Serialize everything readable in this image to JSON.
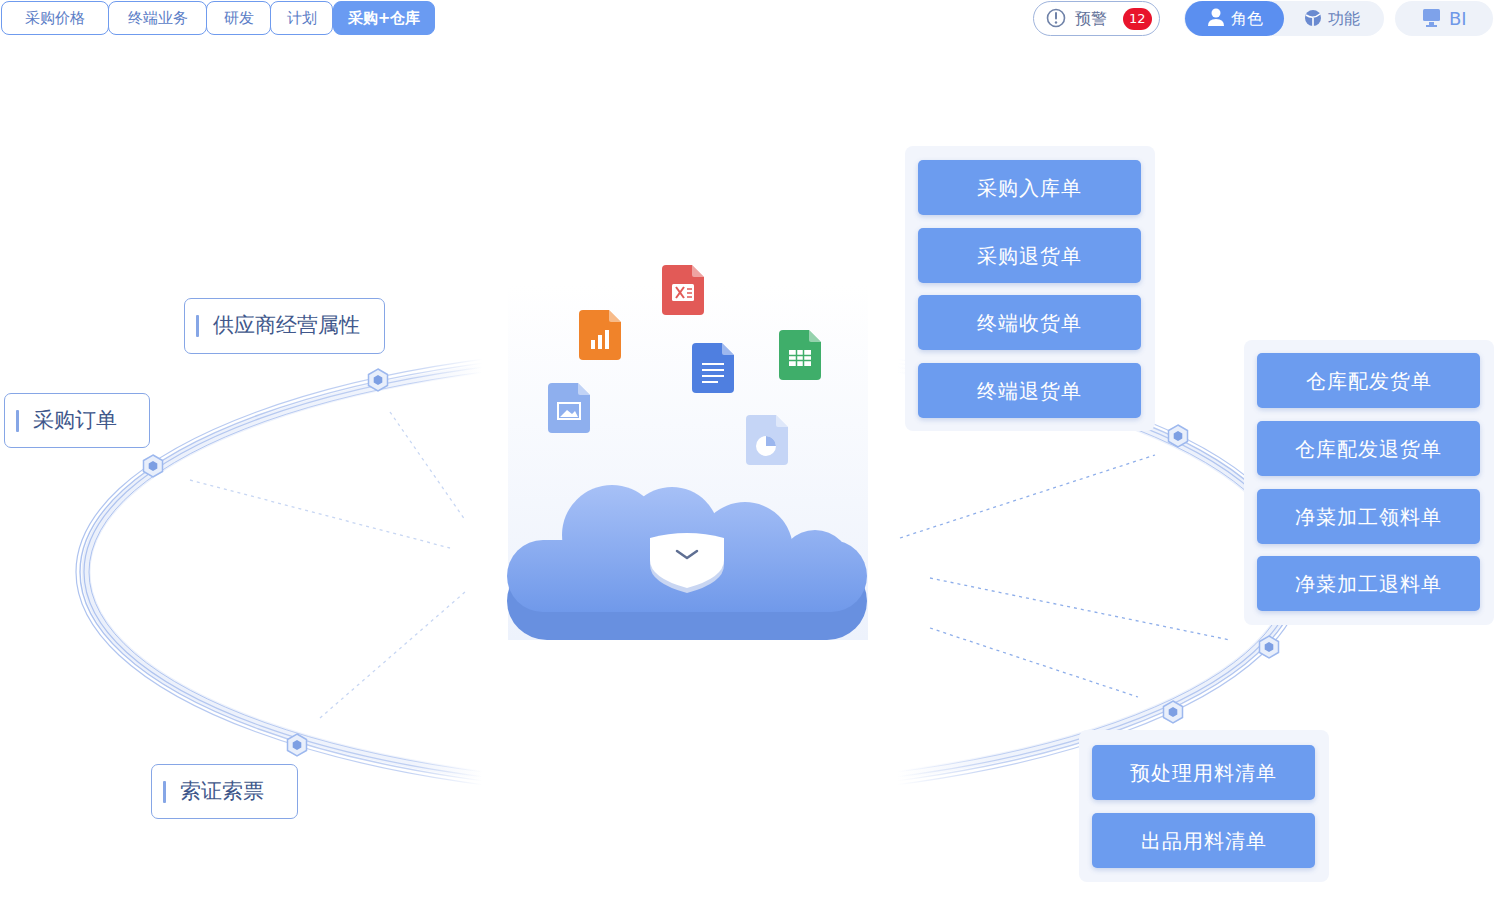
{
  "diagram": {
    "nodes": [
      {
        "text": [
          "采购价格"
        ]
      },
      {
        "text": [
          "终端业务"
        ]
      },
      {
        "text": [
          "研发"
        ]
      },
      {
        "text": [
          "计划"
        ]
      },
      {
        "text": [
          "采购+仓库"
        ]
      },
      {
        "text": [
          "预警"
        ]
      },
      {
        "text": [
          "12"
        ],
        "in": 5
      },
      {
        "text": [
          "角色"
        ]
      },
      {
        "text": [
          "功能"
        ]
      },
      {
        "text": [
          "BI"
        ]
      },
      {
        "text": [
          "供应商经营属性"
        ]
      },
      {
        "text": [
          "采购订单"
        ]
      },
      {
        "text": [
          "索证索票"
        ]
      },
      {
        "text": [
          "采购入库单"
        ]
      },
      {
        "text": [
          "采购退货单"
        ]
      },
      {
        "text": [
          "终端收货单"
        ]
      },
      {
        "text": [
          "终端退货单"
        ]
      },
      {
        "text": [
          "仓库配发货单"
        ]
      },
      {
        "text": [
          "仓库配发退货单"
        ]
      },
      {
        "text": [
          "净菜加工领料单"
        ]
      },
      {
        "text": [
          "净菜加工退料单"
        ]
      },
      {
        "text": [
          "预处理用料清单"
        ]
      },
      {
        "text": [
          "出品用料清单"
        ]
      }
    ]
  }
}
